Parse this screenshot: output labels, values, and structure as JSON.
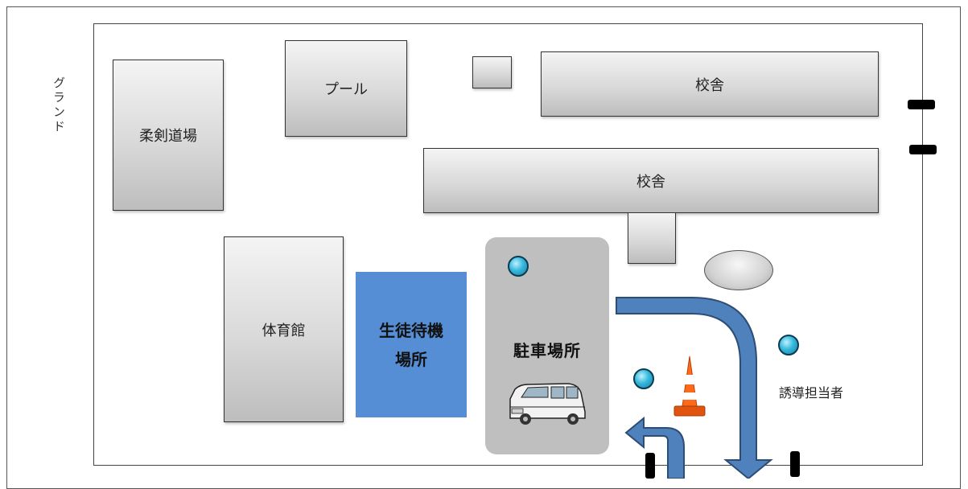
{
  "side_label": "グランド",
  "buildings": {
    "judo": "柔剣道場",
    "pool": "プール",
    "school_upper": "校舎",
    "school_lower": "校舎",
    "gym": "体育館"
  },
  "waiting_area": "生徒待機場所",
  "parking": "駐車場所",
  "guide": "誘導担当者",
  "colors": {
    "waiting_area": "#558ed5",
    "parking_area": "#bfbfbf",
    "arrow": "#4f81bd",
    "guide_dot": "#35b9dc",
    "cone": "#ff6a1a"
  },
  "icons": [
    "car-icon",
    "traffic-cone-icon",
    "guide-person-icon",
    "flow-arrow-icon"
  ]
}
